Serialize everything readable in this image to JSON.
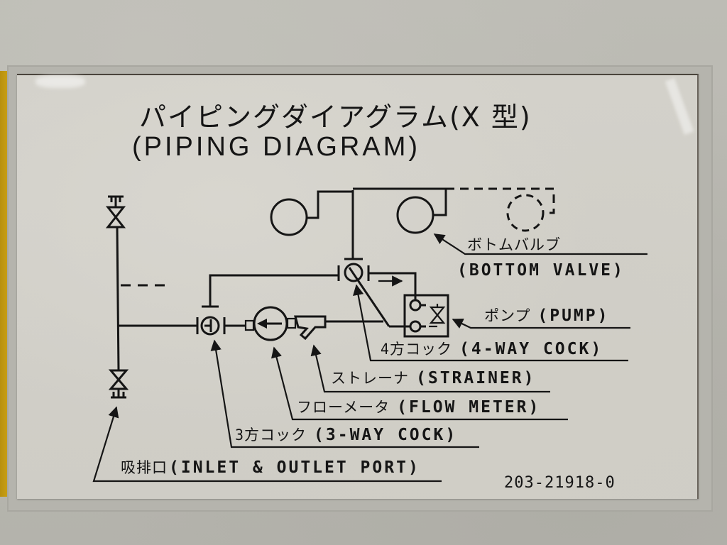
{
  "title": {
    "japanese": "パイピングダイアグラム(X 型)",
    "english": "(PIPING DIAGRAM)"
  },
  "labels": [
    {
      "id": "bottom-valve",
      "japanese": "ボトムバルブ",
      "english": "(BOTTOM VALVE)"
    },
    {
      "id": "pump",
      "japanese": "ポンプ",
      "english": "(PUMP)"
    },
    {
      "id": "four-way-cock",
      "japanese": "4方コック",
      "english": "(4-WAY COCK)"
    },
    {
      "id": "strainer",
      "japanese": "ストレーナ",
      "english": "(STRAINER)"
    },
    {
      "id": "flow-meter",
      "japanese": "フローメータ",
      "english": "(FLOW METER)"
    },
    {
      "id": "three-way-cock",
      "japanese": "3方コック",
      "english": "(3-WAY COCK)"
    },
    {
      "id": "inlet-outlet-port",
      "japanese": "吸排口",
      "english": "(INLET & OUTLET PORT)"
    }
  ],
  "part_number": "203-21918-0",
  "colors": {
    "ink": "#151515",
    "plate": "#d3d1ca",
    "wall": "#b9b8b1",
    "accent_strip": "#c99f16"
  }
}
